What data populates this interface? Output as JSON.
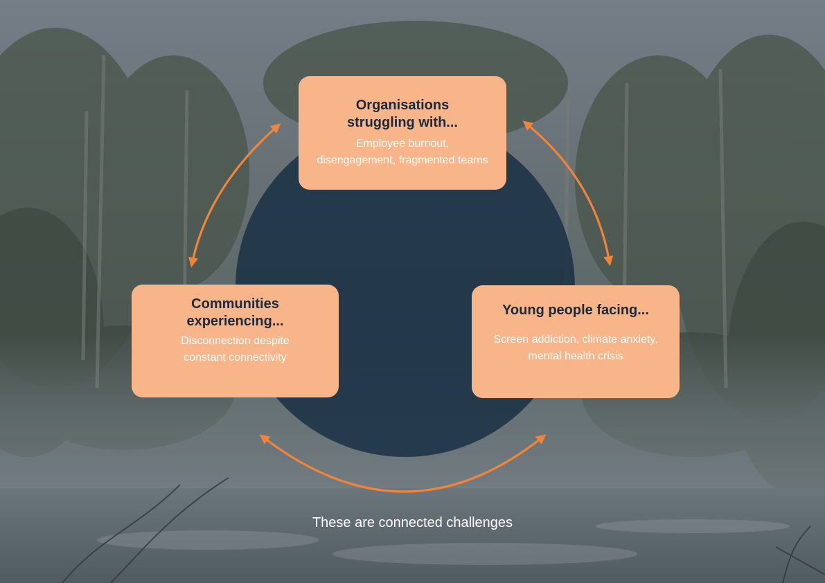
{
  "colors": {
    "box_fill": "#f8b58a",
    "arrow": "#f2843a",
    "circle": "#1b3246",
    "title_text": "#1d2a3b",
    "desc_text": "#ffffff"
  },
  "boxes": {
    "organisations": {
      "title": "Organisations struggling with...",
      "description": "Employee burnout, disengagement, fragmented teams"
    },
    "communities": {
      "title": "Communities experiencing...",
      "description": "Disconnection despite constant connectivity"
    },
    "young_people": {
      "title": "Young people facing...",
      "description": "Screen addiction, climate anxiety, mental health crisis"
    }
  },
  "caption": "These are connected challenges"
}
